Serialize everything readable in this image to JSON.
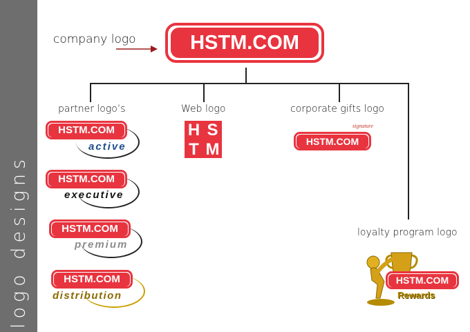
{
  "sidebar": {
    "title": "logo designs"
  },
  "header": {
    "company_label": "company logo",
    "main_logo": "HSTM.COM"
  },
  "branches": {
    "partner": "partner logo’s",
    "web": "Web logo",
    "corporate": "corporate gifts logo",
    "loyalty": "loyalty program logo"
  },
  "partner_logos": [
    {
      "text": "HSTM.COM",
      "sub": "active",
      "sub_color": "#1d4f8a"
    },
    {
      "text": "HSTM.COM",
      "sub": "executive",
      "sub_color": "#111111"
    },
    {
      "text": "HSTM.COM",
      "sub": "premium",
      "sub_color": "#8c8c8c"
    },
    {
      "text": "HSTM.COM",
      "sub": "distribution",
      "sub_color": "#8a6a00"
    }
  ],
  "web_logo": {
    "l1": "H",
    "l2": "S",
    "l3": "T",
    "l4": "M"
  },
  "corporate_logo": {
    "signature": "signature",
    "text": "HSTM.COM"
  },
  "loyalty_logo": {
    "text": "HSTM.COM",
    "sub": "Rewards"
  },
  "colors": {
    "brand_red": "#e8343f",
    "sidebar_gray": "#6e6e6e",
    "arrow": "#9b1b1b",
    "gold": "#d4a017"
  }
}
